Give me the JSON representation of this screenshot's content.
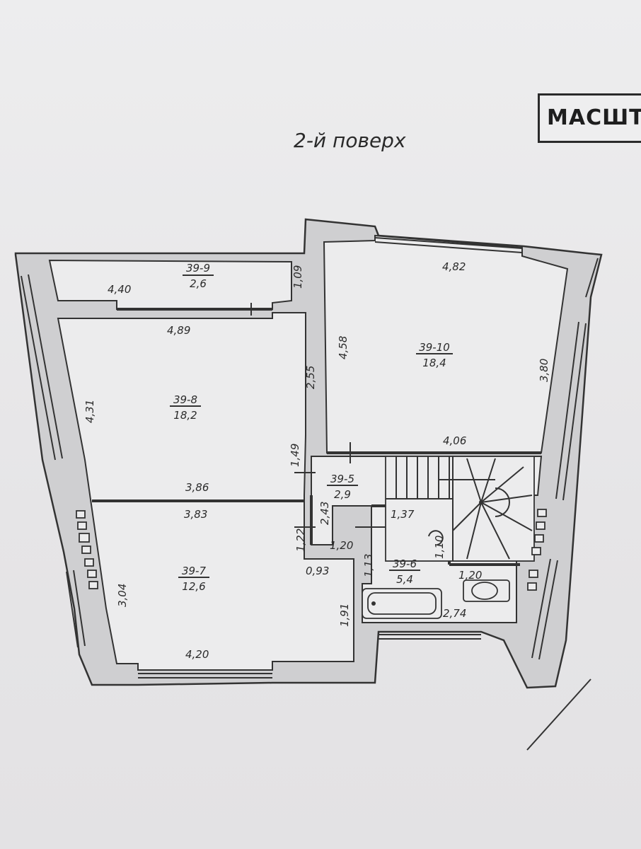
{
  "title": "2-й поверх",
  "scale_label": "МАСШТ",
  "rooms": [
    {
      "id": "39-9",
      "area": "2,6"
    },
    {
      "id": "39-8",
      "area": "18,2"
    },
    {
      "id": "39-10",
      "area": "18,4"
    },
    {
      "id": "39-5",
      "area": "2,9"
    },
    {
      "id": "39-7",
      "area": "12,6"
    },
    {
      "id": "39-6",
      "area": "5,4"
    }
  ],
  "dimensions": {
    "d_4_40": "4,40",
    "d_1_09": "1,09",
    "d_4_82": "4,82",
    "d_4_89": "4,89",
    "d_4_58": "4,58",
    "d_3_80": "3,80",
    "d_2_55": "2,55",
    "d_4_31": "4,31",
    "d_4_06": "4,06",
    "d_1_49": "1,49",
    "d_3_86": "3,86",
    "d_3_83": "3,83",
    "d_2_43": "2,43",
    "d_1_37": "1,37",
    "d_1_22": "1,22",
    "d_1_20a": "1,20",
    "d_1_10": "1,10",
    "d_0_93": "0,93",
    "d_1_13": "1,13",
    "d_1_20b": "1,20",
    "d_3_04": "3,04",
    "d_2_74": "2,74",
    "d_1_91": "1,91",
    "d_4_20": "4,20"
  }
}
